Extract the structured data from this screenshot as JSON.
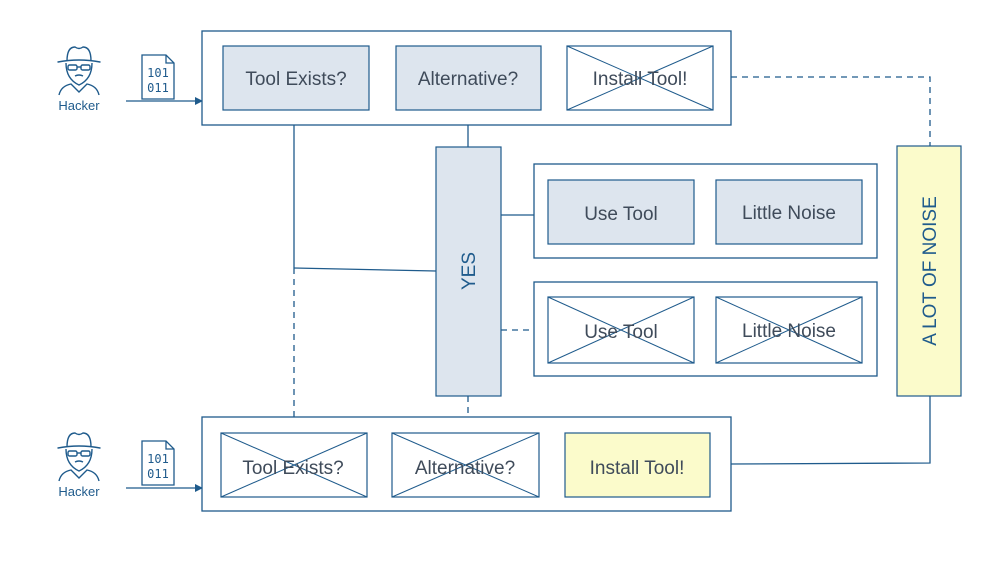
{
  "colors": {
    "stroke": "#1f5b8c",
    "node_fill": "#dde5ee",
    "highlight_fill": "#fbfbcb",
    "text": "#3f4b5a"
  },
  "actors": {
    "top": "Hacker",
    "bottom": "Hacker"
  },
  "file_icon": {
    "line1": "101",
    "line2": "011"
  },
  "top_row": {
    "tool_exists": "Tool Exists?",
    "alternative": "Alternative?",
    "install_tool": "Install Tool!"
  },
  "middle": {
    "yes": "YES",
    "row1_use_tool": "Use Tool",
    "row1_little_noise": "Little Noise",
    "row2_use_tool": "Use Tool",
    "row2_little_noise": "Little Noise"
  },
  "bottom_row": {
    "tool_exists": "Tool Exists?",
    "alternative": "Alternative?",
    "install_tool": "Install Tool!"
  },
  "side": {
    "a_lot_of_noise": "A LOT OF NOISE"
  },
  "icons": [
    "hacker-icon",
    "binary-file-icon"
  ]
}
